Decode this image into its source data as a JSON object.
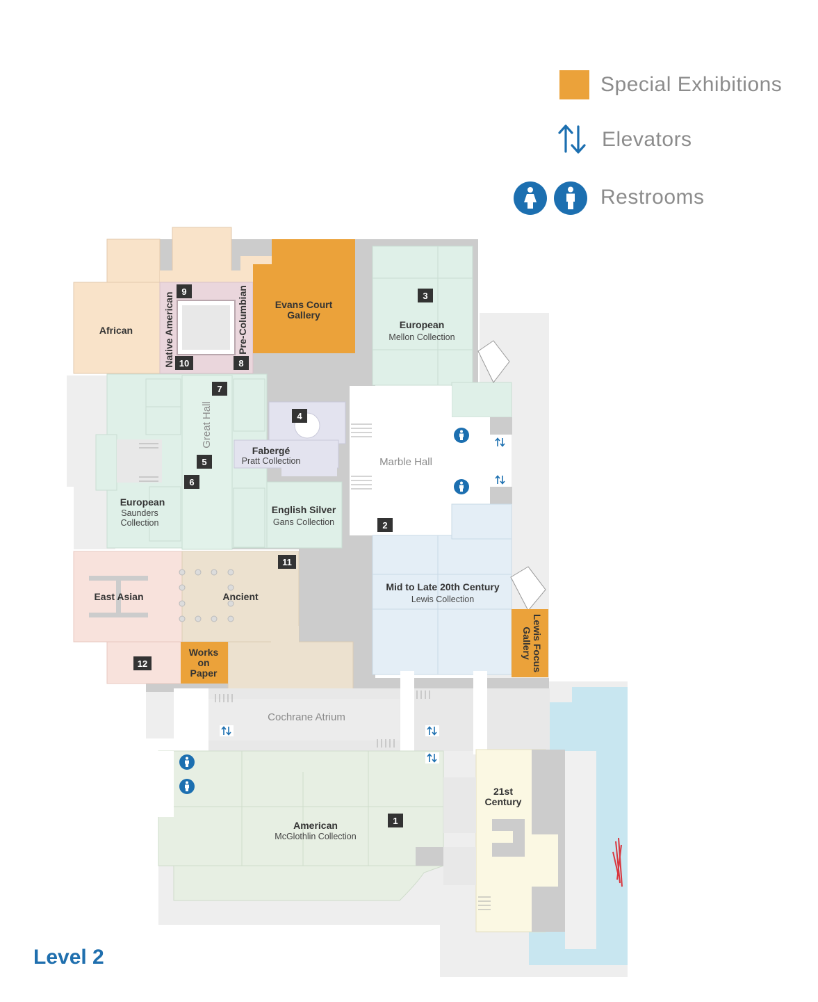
{
  "level": "Level 2",
  "colors": {
    "special_exhibitions": "#eba23a",
    "icon_blue": "#1c6fb0",
    "european_green": "#dff0e8",
    "african_peach": "#f9e3c9",
    "native_pink": "#ead6dc",
    "faberge_lavender": "#e3e3ef",
    "modern_blue": "#e4eef6",
    "east_asian_pink": "#f8e2dc",
    "ancient_tan": "#ece1cf",
    "american_green": "#e7efe3",
    "century21_yellow": "#fbf8e3",
    "corridor_gray": "#cccccc",
    "outer_gray": "#eeeeee",
    "water": "#c8e6f0"
  },
  "legend": {
    "special_exhibitions": "Special Exhibitions",
    "elevators": "Elevators",
    "restrooms": "Restrooms",
    "elevator_icon": "elevator-arrows-icon",
    "restroom_icons": [
      "restroom-women-icon",
      "restroom-men-icon"
    ]
  },
  "galleries": {
    "african": "African",
    "native_american": "Native American",
    "pre_columbian": "Pre-Columbian",
    "evans_court": [
      "Evans Court",
      "Gallery"
    ],
    "european_mellon": {
      "name": "European",
      "sub": "Mellon Collection"
    },
    "great_hall": "Great Hall",
    "faberge": {
      "name": "Fabergé",
      "sub": "Pratt Collection"
    },
    "marble_hall": "Marble Hall",
    "european_saunders": {
      "name": "European",
      "sub": [
        "Saunders",
        "Collection"
      ]
    },
    "english_silver": {
      "name": "English Silver",
      "sub": "Gans Collection"
    },
    "mid_late_20th": {
      "name": "Mid to Late 20th Century",
      "sub": "Lewis Collection"
    },
    "lewis_focus": [
      "Lewis Focus",
      "Gallery"
    ],
    "east_asian": "East Asian",
    "ancient": "Ancient",
    "works_on_paper": [
      "Works",
      "on",
      "Paper"
    ],
    "cochrane_atrium": "Cochrane Atrium",
    "american": {
      "name": "American",
      "sub": "McGlothlin Collection"
    },
    "century21": [
      "21st",
      "Century"
    ]
  },
  "markers": {
    "m1": "1",
    "m2": "2",
    "m3": "3",
    "m4": "4",
    "m5": "5",
    "m6": "6",
    "m7": "7",
    "m8": "8",
    "m9": "9",
    "m10": "10",
    "m11": "11",
    "m12": "12"
  }
}
